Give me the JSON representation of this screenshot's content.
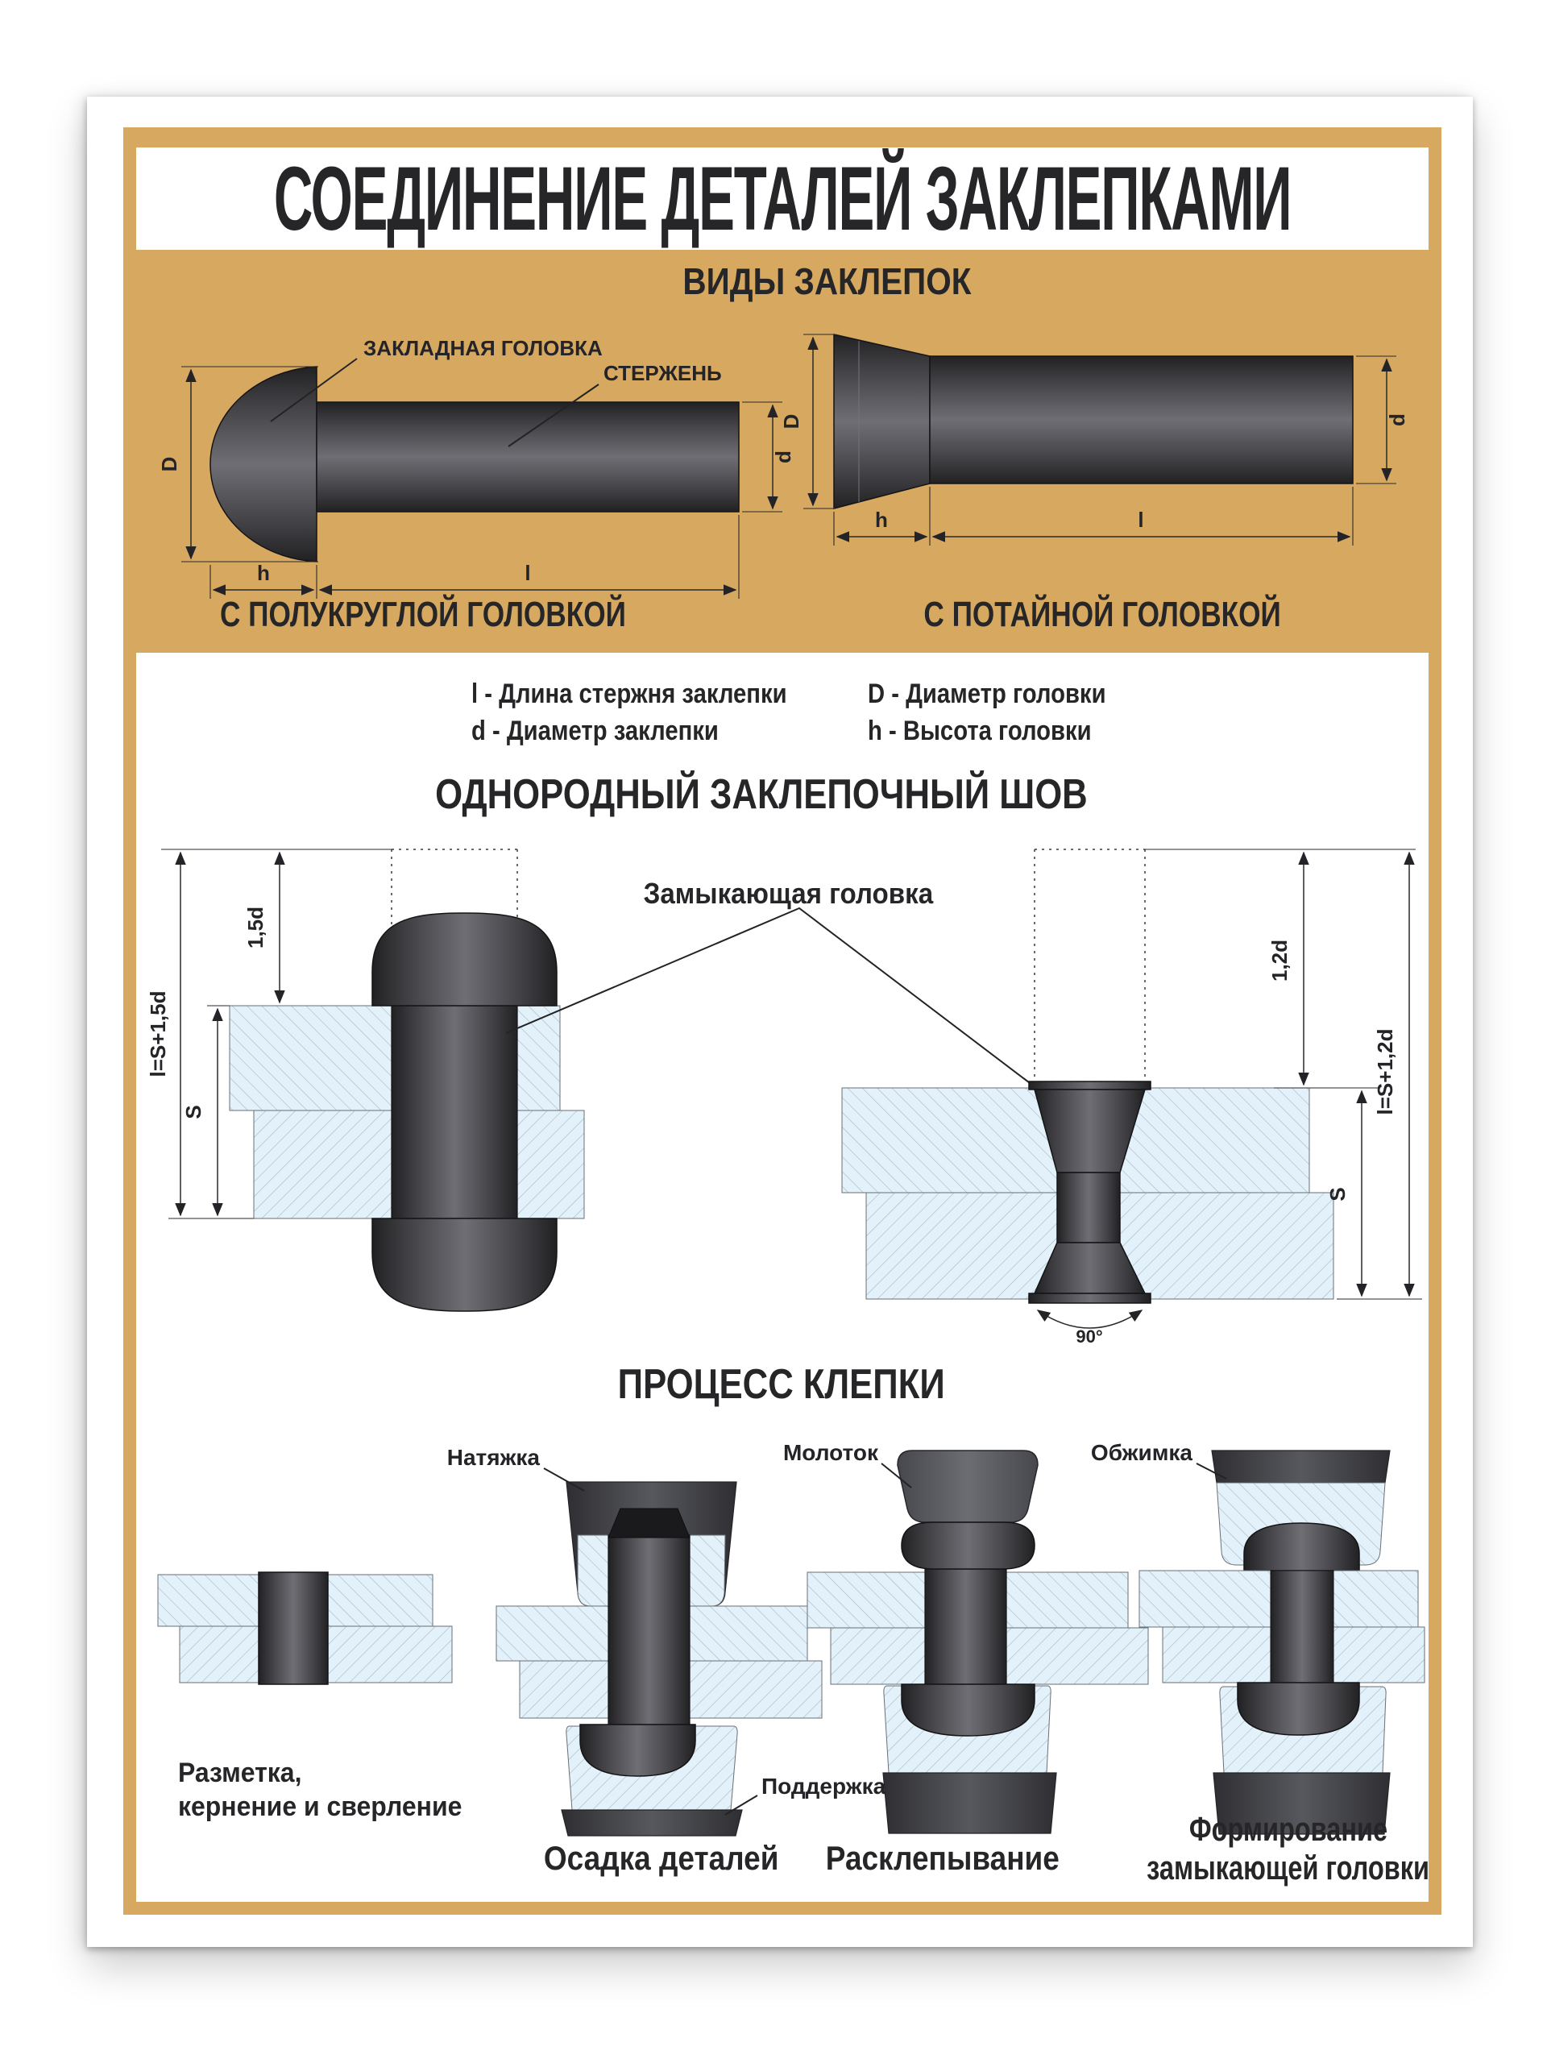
{
  "poster": {
    "title": "СОЕДИНЕНИЕ ДЕТАЛЕЙ ЗАКЛЕПКАМИ",
    "rivet_types": {
      "heading": "ВИДЫ ЗАКЛЕПОК",
      "labels": {
        "head": "ЗАКЛАДНАЯ ГОЛОВКА",
        "shank": "СТЕРЖЕНЬ"
      },
      "round_head": {
        "caption": "С ПОЛУКРУГЛОЙ ГОЛОВКОЙ",
        "dims": {
          "D": "D",
          "d": "d",
          "h": "h",
          "l": "l"
        }
      },
      "countersunk": {
        "caption": "С ПОТАЙНОЙ ГОЛОВКОЙ",
        "dims": {
          "D": "D",
          "d": "d",
          "h": "h",
          "l": "l"
        }
      }
    },
    "legend": {
      "items": [
        "l - Длина стержня заклепки",
        "d - Диаметр заклепки",
        "D - Диаметр головки",
        "h - Высота головки"
      ]
    },
    "seam": {
      "heading": "ОДНОРОДНЫЙ ЗАКЛЕПОЧНЫЙ ШОВ",
      "closing_head_label": "Замыкающая головка",
      "round": {
        "head_height": "1,5d",
        "total_length": "l=S+1,5d",
        "thickness": "S"
      },
      "countersunk": {
        "head_height": "1,2d",
        "total_length": "l=S+1,2d",
        "thickness": "S",
        "angle": "90°"
      }
    },
    "process": {
      "heading": "ПРОЦЕСС КЛЕПКИ",
      "tools": {
        "drawbar": "Натяжка",
        "hammer": "Молоток",
        "rivet_set": "Обжимка",
        "support": "Поддержка"
      },
      "steps": {
        "step1_line1": "Разметка,",
        "step1_line2": "кернение и сверление",
        "step2": "Осадка деталей",
        "step3": "Расклепывание",
        "step4_line1": "Формирование",
        "step4_line2": "замыкающей головки"
      }
    },
    "colors": {
      "tan": "#d7a85f",
      "plate_fill": "#e3f1fa",
      "steel_dark": "#3c3c40",
      "line": "#2a2a2c"
    }
  }
}
